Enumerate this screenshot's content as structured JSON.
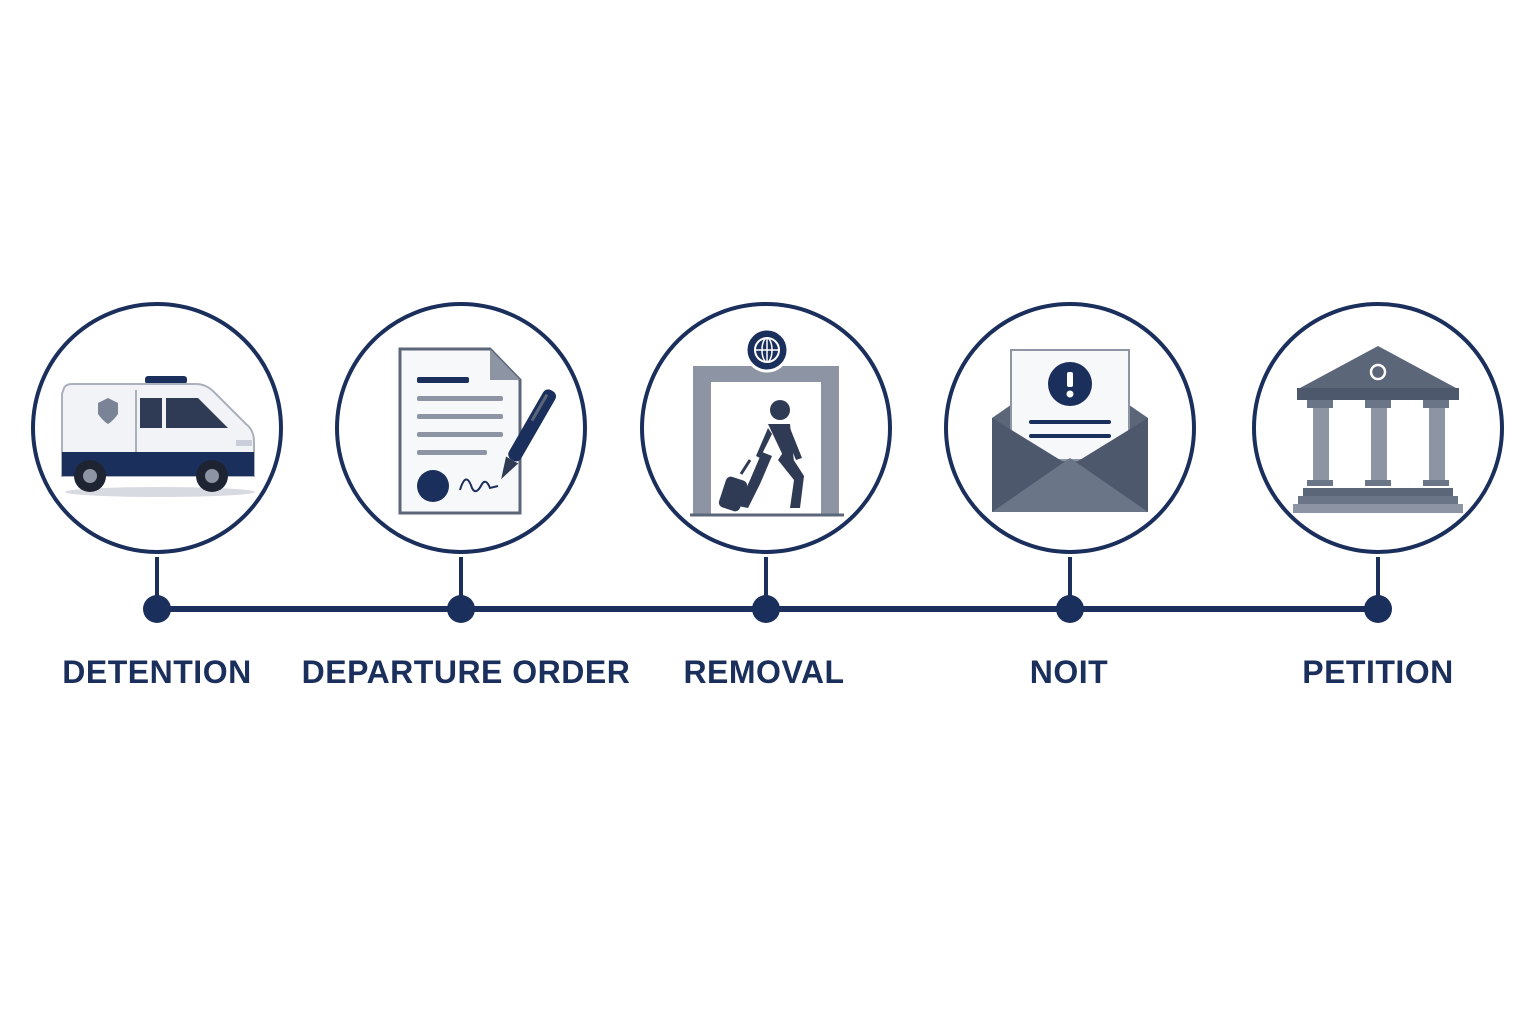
{
  "colors": {
    "navy": "#1b2f5c",
    "slate": "#5c6679",
    "slate_light": "#8d95a5",
    "paper": "#ffffff"
  },
  "steps": [
    {
      "label": "DETENTION",
      "icon": "police-van-icon"
    },
    {
      "label": "DEPARTURE ORDER",
      "icon": "signed-document-pen-icon"
    },
    {
      "label": "REMOVAL",
      "icon": "traveler-departure-gate-icon"
    },
    {
      "label": "NOIT",
      "icon": "notice-envelope-icon"
    },
    {
      "label": "PETITION",
      "icon": "courthouse-icon"
    }
  ]
}
